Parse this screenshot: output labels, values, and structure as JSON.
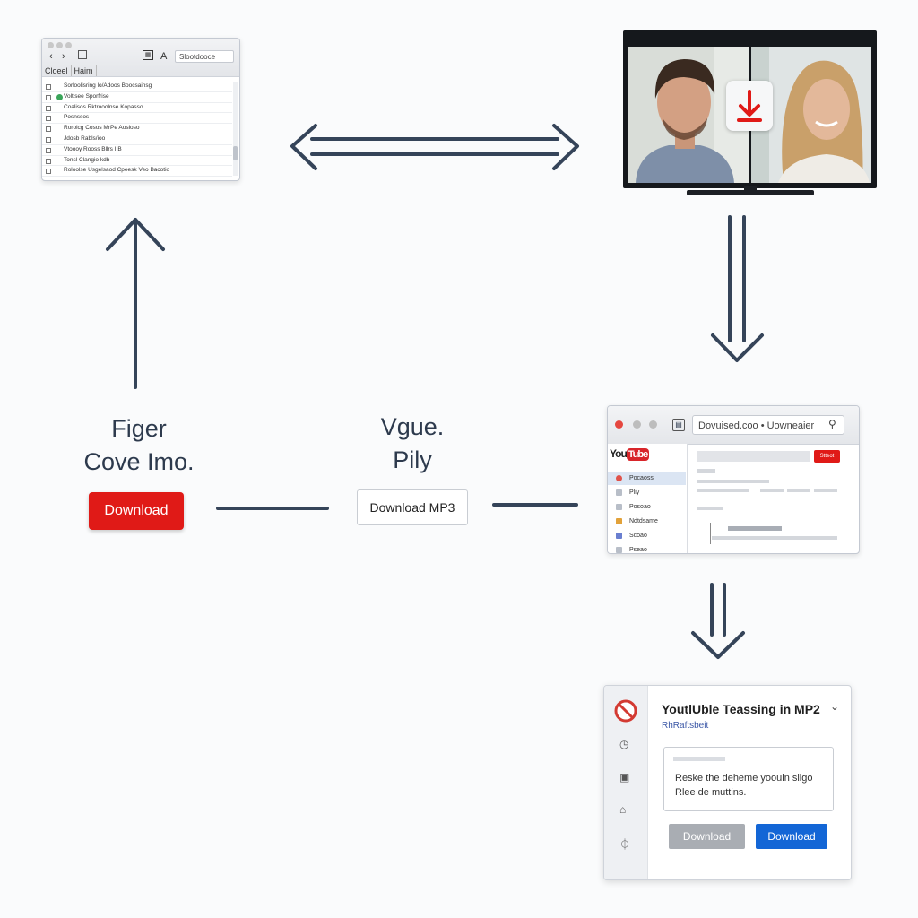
{
  "file_window": {
    "tabs": [
      "Cloeel",
      "Haim"
    ],
    "address_text": "Slootdooce",
    "nav_icons": [
      "back-icon",
      "forward-icon",
      "window-icon",
      "grid-icon",
      "font-icon"
    ],
    "files": [
      "Sorloolisring lo/Adoos Boocsainsg",
      "Voltlsee Sporfrise",
      "Coalisos Rktrooolnse Kopasso",
      "Posnssos",
      "Roroicg Cosos MrPe Aosloso",
      "Jdosb Rabls/ioo",
      "Vtoooy Rooss Bllrs IIB",
      "Tonsl Clangio kdb",
      "Roloolse Usgelsaod Cpeesk Veo Bacotio"
    ]
  },
  "diagram": {
    "label_left_line1": "Figer",
    "label_left_line2": "Cove Imo.",
    "label_mid_line1": "Vgue.",
    "label_mid_line2": "Pily",
    "download_button": "Download",
    "download_mp3_button": "Download MP3"
  },
  "browser_window": {
    "address_text": "Dovuised.coo • Uowneaier",
    "logo_text": "You",
    "logo_badge": "Tube",
    "sidebar_items": [
      "Pocaoss",
      "Pliy",
      "Posoao",
      "Ndtdsame",
      "Scoao",
      "Pseao"
    ],
    "red_button": "Stteot"
  },
  "dialog": {
    "title": "YoutlUble Teassing in MP2",
    "subtitle": "RhRaftsbeit",
    "message_line1": "Reske the deheme yoouin sligo",
    "message_line2": "Rlee de muttins.",
    "cancel_button": "Download",
    "confirm_button": "Download"
  },
  "colors": {
    "arrow": "#354459",
    "red": "#e01a17",
    "blue": "#1366d6"
  }
}
